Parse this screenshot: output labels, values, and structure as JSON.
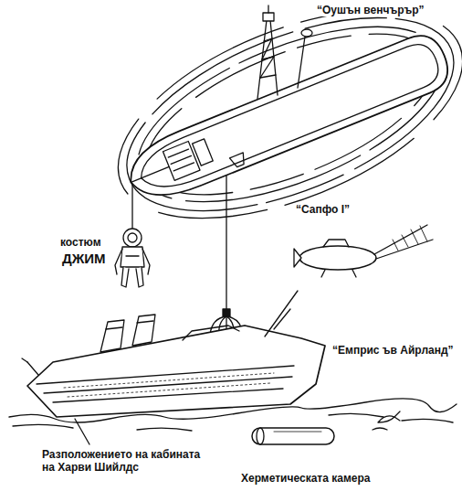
{
  "diagram": {
    "labels": [
      "“Оушън венчърър”",
      "костюм",
      "ДЖИМ",
      "“Сапфо I”",
      "“Емприс ъв Айрланд”",
      "Разположението на кабината на Харви Шийлдс",
      "Херметическата камера"
    ]
  }
}
